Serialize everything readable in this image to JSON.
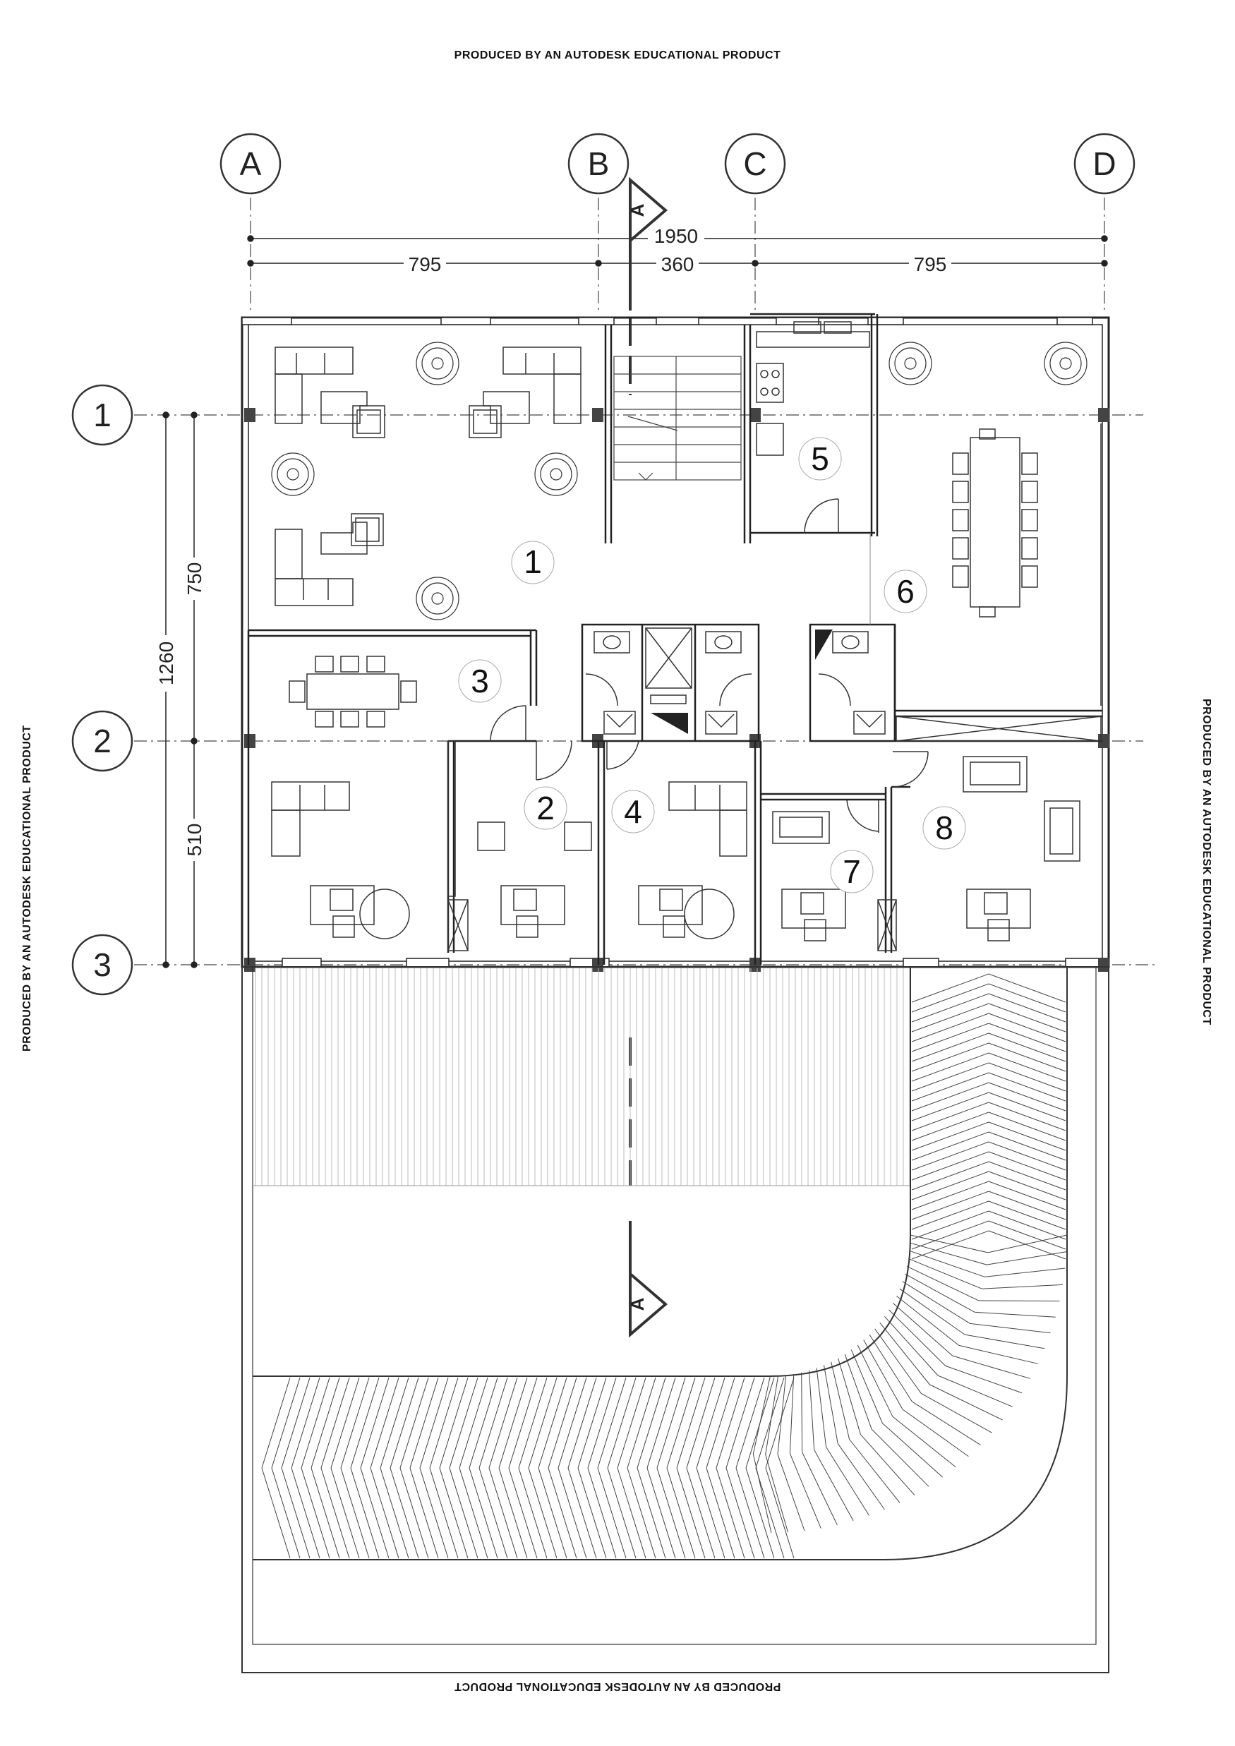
{
  "watermark": {
    "top": "PRODUCED BY AN AUTODESK EDUCATIONAL PRODUCT",
    "bottom": "PRODUCED BY AN AUTODESK EDUCATIONAL PRODUCT",
    "left": "PRODUCED BY AN AUTODESK EDUCATIONAL PRODUCT",
    "right": "PRODUCED BY AN AUTODESK EDUCATIONAL PRODUCT"
  },
  "grid": {
    "columns": [
      "A",
      "B",
      "C",
      "D"
    ],
    "rows": [
      "1",
      "2",
      "3"
    ]
  },
  "dimensions": {
    "total_width": "1950",
    "bay_ab": "795",
    "bay_bc": "360",
    "bay_cd": "795",
    "total_depth": "1260",
    "bay_12": "750",
    "bay_23": "510"
  },
  "section_marker": {
    "label": "A"
  },
  "rooms": [
    {
      "num": "1"
    },
    {
      "num": "2"
    },
    {
      "num": "3"
    },
    {
      "num": "4"
    },
    {
      "num": "5"
    },
    {
      "num": "6"
    },
    {
      "num": "7"
    },
    {
      "num": "8"
    }
  ],
  "colors": {
    "line": "#222222",
    "hatch": "#555555",
    "light": "#bbbbbb",
    "paper": "#ffffff"
  }
}
